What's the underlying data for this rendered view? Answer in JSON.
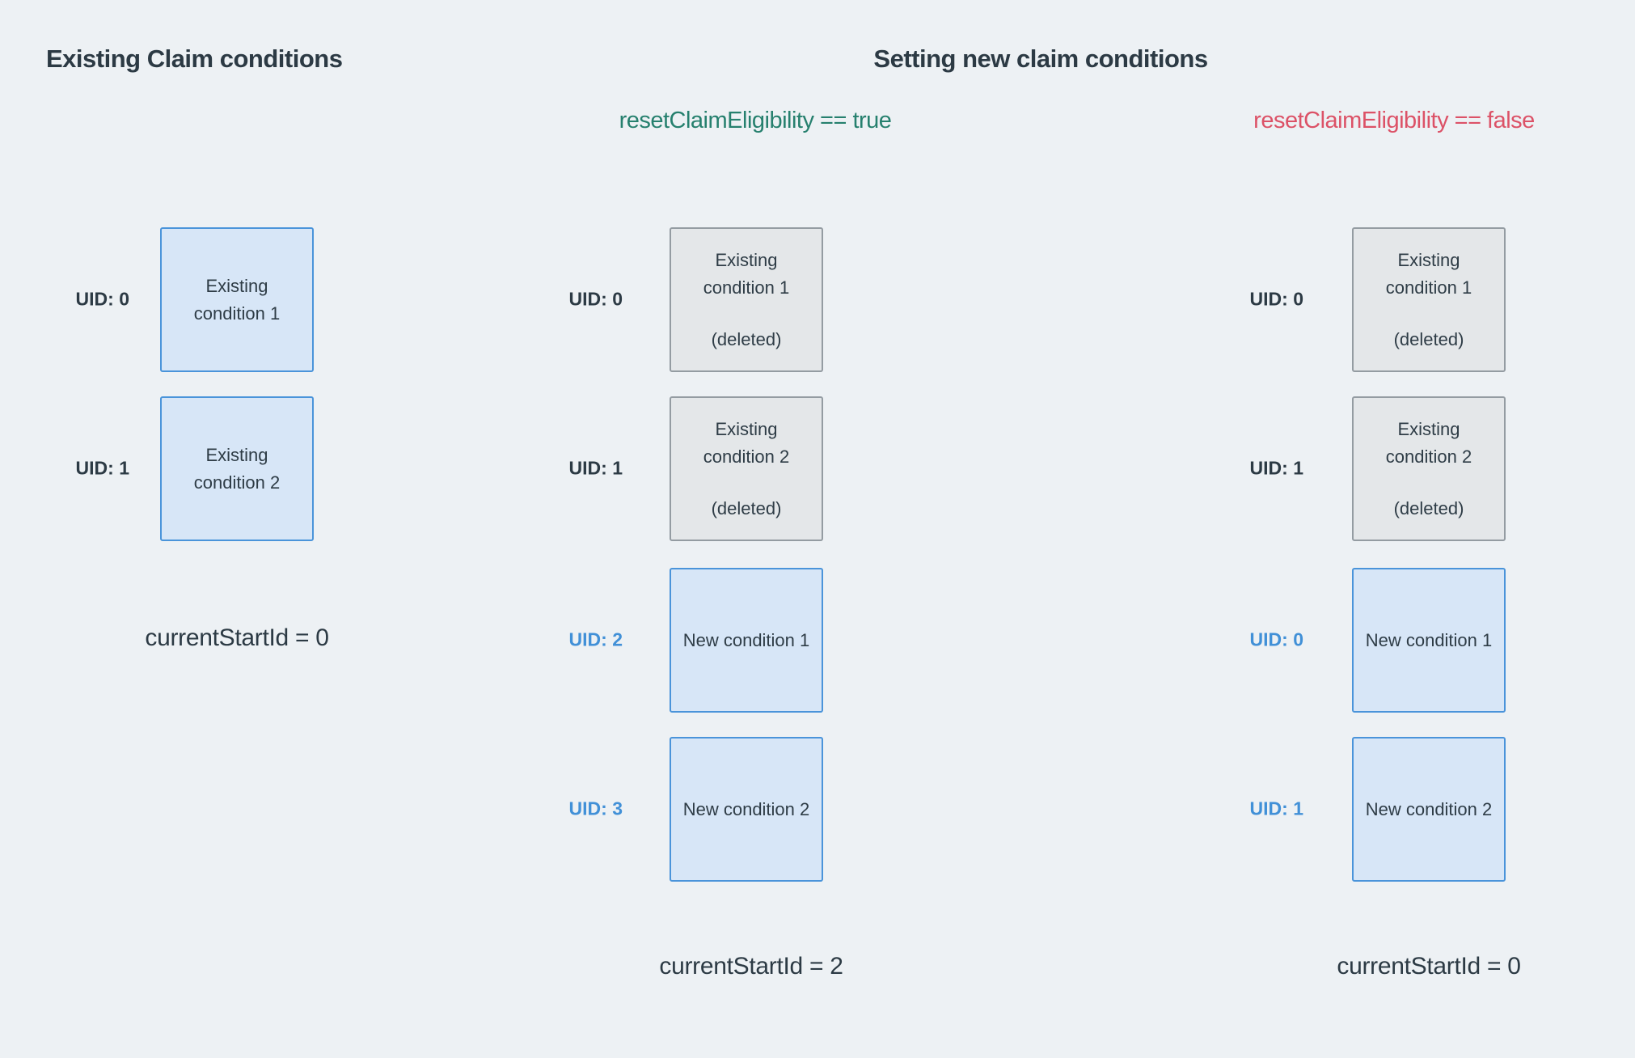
{
  "colors": {
    "background": "#edf1f4",
    "dark_text": "#2c3a44",
    "green_true": "#26806e",
    "red_false": "#dc5267",
    "blue_uid": "#4190d7",
    "blue_box_bg": "#d7e6f7",
    "blue_box_border": "#4a94da",
    "gray_box_bg": "#e4e7e9",
    "gray_box_border": "#949ca2"
  },
  "titles": {
    "existing": "Existing Claim conditions",
    "setting": "Setting new claim conditions"
  },
  "subtitles": {
    "true_case": "resetClaimEligibility == true",
    "false_case": "resetClaimEligibility == false"
  },
  "panels": {
    "existing": {
      "rows": [
        {
          "uid": "UID: 0",
          "box": "Existing condition 1"
        },
        {
          "uid": "UID: 1",
          "box": "Existing condition 2"
        }
      ],
      "footer": "currentStartId = 0"
    },
    "reset_true": {
      "rows": [
        {
          "uid": "UID: 0",
          "box": "Existing condition 1",
          "note": "(deleted)"
        },
        {
          "uid": "UID: 1",
          "box": "Existing condition 2",
          "note": "(deleted)"
        },
        {
          "uid": "UID: 2",
          "box": "New condition 1"
        },
        {
          "uid": "UID: 3",
          "box": "New condition 2"
        }
      ],
      "footer": "currentStartId = 2"
    },
    "reset_false": {
      "rows": [
        {
          "uid": "UID: 0",
          "box": "Existing condition 1",
          "note": "(deleted)"
        },
        {
          "uid": "UID: 1",
          "box": "Existing condition 2",
          "note": "(deleted)"
        },
        {
          "uid": "UID: 0",
          "box": "New condition 1"
        },
        {
          "uid": "UID: 1",
          "box": "New condition 2"
        }
      ],
      "footer": "currentStartId = 0"
    }
  }
}
